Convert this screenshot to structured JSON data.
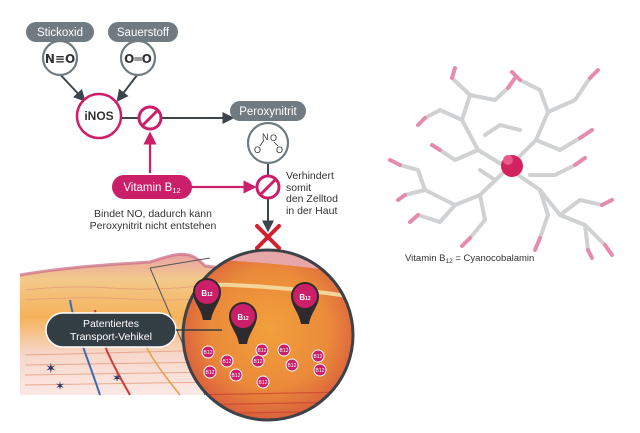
{
  "diagram": {
    "nodes": {
      "stickoxid": "Stickoxid",
      "sauerstoff": "Sauerstoff",
      "no_formula": "N≡O",
      "o2_formula": "O═O",
      "inos": "iNOS",
      "peroxynitrit": "Peroxynitrit",
      "peroxy_n": "N",
      "peroxy_o1": "O",
      "peroxy_o2": "O",
      "peroxy_o3": "O",
      "vitamin_main": "Vitamin B",
      "vitamin_sub": "12"
    },
    "notes": {
      "bindet_line1": "Bindet NO, dadurch kann",
      "bindet_line2": "Peroxynitrit nicht entstehen",
      "verhindert_line1": "Verhindert",
      "verhindert_line2": "somit",
      "verhindert_line3": "den Zelltod",
      "verhindert_line4": "in der Haut"
    },
    "skin": {
      "callout_line1": "Patentiertes",
      "callout_line2": "Transport-Vehikel",
      "vehicle_label": "B",
      "vehicle_sub": "12",
      "particle_label": "B",
      "particle_sub": "12"
    },
    "molecule": {
      "caption_main": "Vitamin B",
      "caption_sub": "12",
      "caption_rest": " = Cyanocobalamin"
    },
    "colors": {
      "magenta": "#cc1f6a",
      "gray_node": "#6f7b80",
      "dark_callout": "#333d44",
      "arrow": "#3b454b",
      "molecule_gray": "#cfd1d3",
      "molecule_pink": "#e58cae",
      "cobalt": "#d3235f"
    }
  }
}
